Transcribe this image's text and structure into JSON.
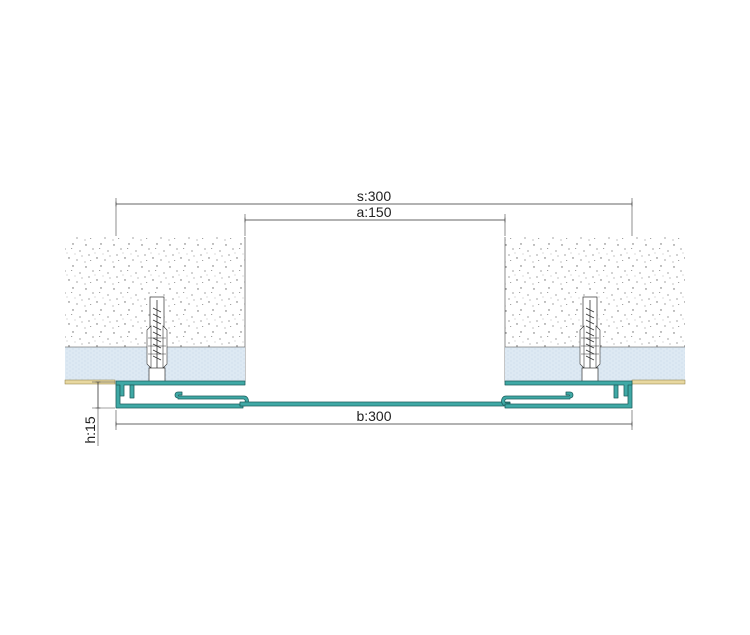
{
  "dimensions": {
    "s_label": "s:300",
    "a_label": "a:150",
    "b_label": "b:300",
    "h_label": "h:15"
  },
  "colors": {
    "profile_fill": "#3fa9a6",
    "profile_stroke": "#1f5f5e",
    "insulation": "#dde9f3",
    "floor_finish": "#e8d8a0",
    "speckle": "#555555",
    "line": "#333333"
  }
}
